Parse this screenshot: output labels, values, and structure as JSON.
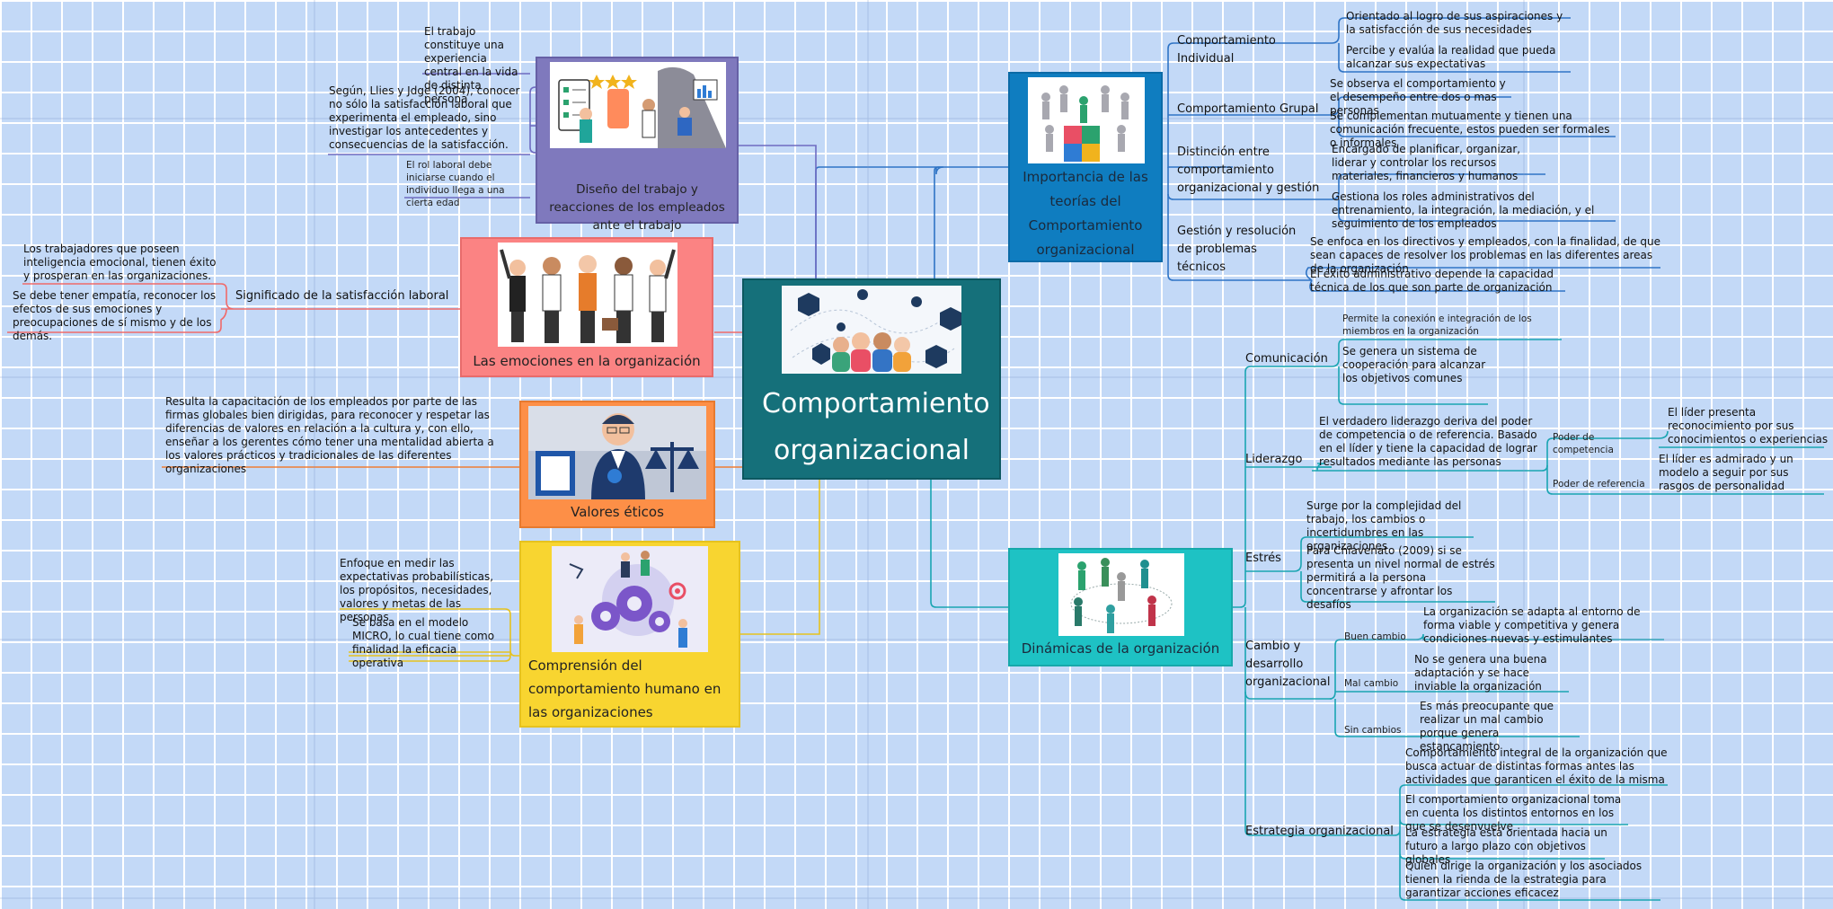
{
  "central": {
    "title": "Comportamiento organizacional"
  },
  "left": {
    "diseno": {
      "title": "Diseño del trabajo y reacciones de los empleados ante el trabajo",
      "notes": [
        "El trabajo constituye una experiencia central en la vida de distinta persona",
        "Según, Llies y Jdge (2004), conocer no sólo la satisfacción laboral que experimenta el empleado, sino investigar los antecedentes y consecuencias de la satisfacción.",
        "El rol laboral debe iniciarse cuando el individuo llega a una cierta edad"
      ]
    },
    "emociones": {
      "title": "Las emociones en la organización",
      "subtopic": "Significado de la satisfacción laboral",
      "notes": [
        "Los trabajadores que poseen inteligencia emocional, tienen éxito y prosperan en las organizaciones.",
        "Se debe tener empatía, reconocer los efectos de sus emociones y preocupaciones de sí mismo y de los demás."
      ]
    },
    "valores": {
      "title": "Valores éticos",
      "note": "Resulta la capacitación de los empleados por parte de las firmas globales bien dirigidas, para reconocer y respetar las diferencias de valores en relación a la cultura y, con ello, enseñar a los gerentes cómo tener una mentalidad abierta a los valores prácticos y tradicionales de las diferentes organizaciones"
    },
    "comprension": {
      "title": "Comprensión del comportamiento humano en las organizaciones",
      "notes": [
        "Enfoque en medir  las expectativas probabilísticas, los propósitos, necesidades, valores y metas de las personas",
        "Se basa en el  modelo MICRO, lo cual tiene como finalidad la eficacia operativa"
      ]
    }
  },
  "right": {
    "importancia": {
      "title": "Importancia de las teorías del Comportamiento organizacional",
      "branches": [
        {
          "label": "Comportamiento Individual",
          "items": [
            "Orientado al logro de sus aspiraciones y la satisfacción de sus necesidades",
            "Percibe y evalúa la realidad que pueda alcanzar sus expectativas"
          ]
        },
        {
          "label": "Comportamiento Grupal",
          "items": [
            "Se observa el comportamiento y el desempeño entre dos o mas personas",
            "Se complementan mutuamente y tienen una comunicación frecuente, estos pueden ser formales o informales"
          ]
        },
        {
          "label": "Distinción entre comportamiento organizacional y gestión",
          "items": [
            "Encargado de planificar, organizar, liderar y controlar los recursos materiales, financieros y humanos",
            "Gestiona  los roles administrativos del entrenamiento, la integración, la mediación, y el seguimiento de los empleados"
          ]
        },
        {
          "label": "Gestión y resolución de problemas técnicos",
          "items": [
            "Se enfoca en los directivos y  empleados, con  la finalidad, de que sean capaces de resolver los problemas en las diferentes areas de la organización",
            "El éxito administrativo depende la capacidad técnica de los que son parte de organización"
          ]
        }
      ]
    },
    "dinamicas": {
      "title": "Dinámicas de la organización",
      "comunicacion": {
        "label": "Comunicación",
        "items": [
          "Permite la conexión e integración de los miembros en la organización",
          "Se genera un sistema de cooperación para alcanzar los objetivos comunes"
        ]
      },
      "liderazgo": {
        "label": "Liderazgo",
        "note": "El verdadero liderazgo deriva del poder de competencia o de referencia. Basado en el líder y tiene la capacidad de lograr resultados mediante las personas",
        "subs": [
          {
            "label": "Poder de competencia",
            "item": "El líder presenta reconocimiento por sus conocimientos o experiencias"
          },
          {
            "label": "Poder de referencia",
            "item": "El líder es admirado y un modelo a seguir por sus rasgos de personalidad"
          }
        ]
      },
      "estres": {
        "label": "Estrés",
        "items": [
          "Surge por la complejidad del trabajo, los cambios o incertidumbres en las organizaciones",
          "Para Chiavenato (2009) si se presenta un nivel normal de estrés permitirá a la persona concentrarse y afrontar los desafíos"
        ]
      },
      "cambio": {
        "label": "Cambio y desarrollo organizacional",
        "subs": [
          {
            "label": "Buen cambio",
            "item": "La organización se adapta al entorno de forma viable y competitiva y genera condiciones nuevas y estimulantes"
          },
          {
            "label": "Mal cambio",
            "item": "No se genera una buena adaptación y se hace inviable la organización"
          },
          {
            "label": "Sin cambios",
            "item": "Es más preocupante que realizar un mal cambio porque genera estancamiento"
          }
        ]
      },
      "estrategia": {
        "label": "Estrategia organizacional",
        "items": [
          "Comportamiento integral de la organización que busca actuar de distintas formas antes las actividades que garanticen el éxito de la misma",
          "El comportamiento organizacional toma en cuenta los distintos entornos en los que  se desenvuelve",
          "La estrategia está orientada hacia un futuro a largo plazo con objetivos globales",
          "Quien dirige la organización y los asociados tienen la rienda de la estrategia para garantizar acciones eficacez"
        ]
      }
    }
  },
  "colors": {
    "central": "#15707a",
    "diseno": "#7f79bd",
    "emociones": "#fb8383",
    "valores": "#fd8f47",
    "comprension": "#f8d530",
    "importancia": "#0f7dc0",
    "dinamicas": "#1ec2c4"
  }
}
